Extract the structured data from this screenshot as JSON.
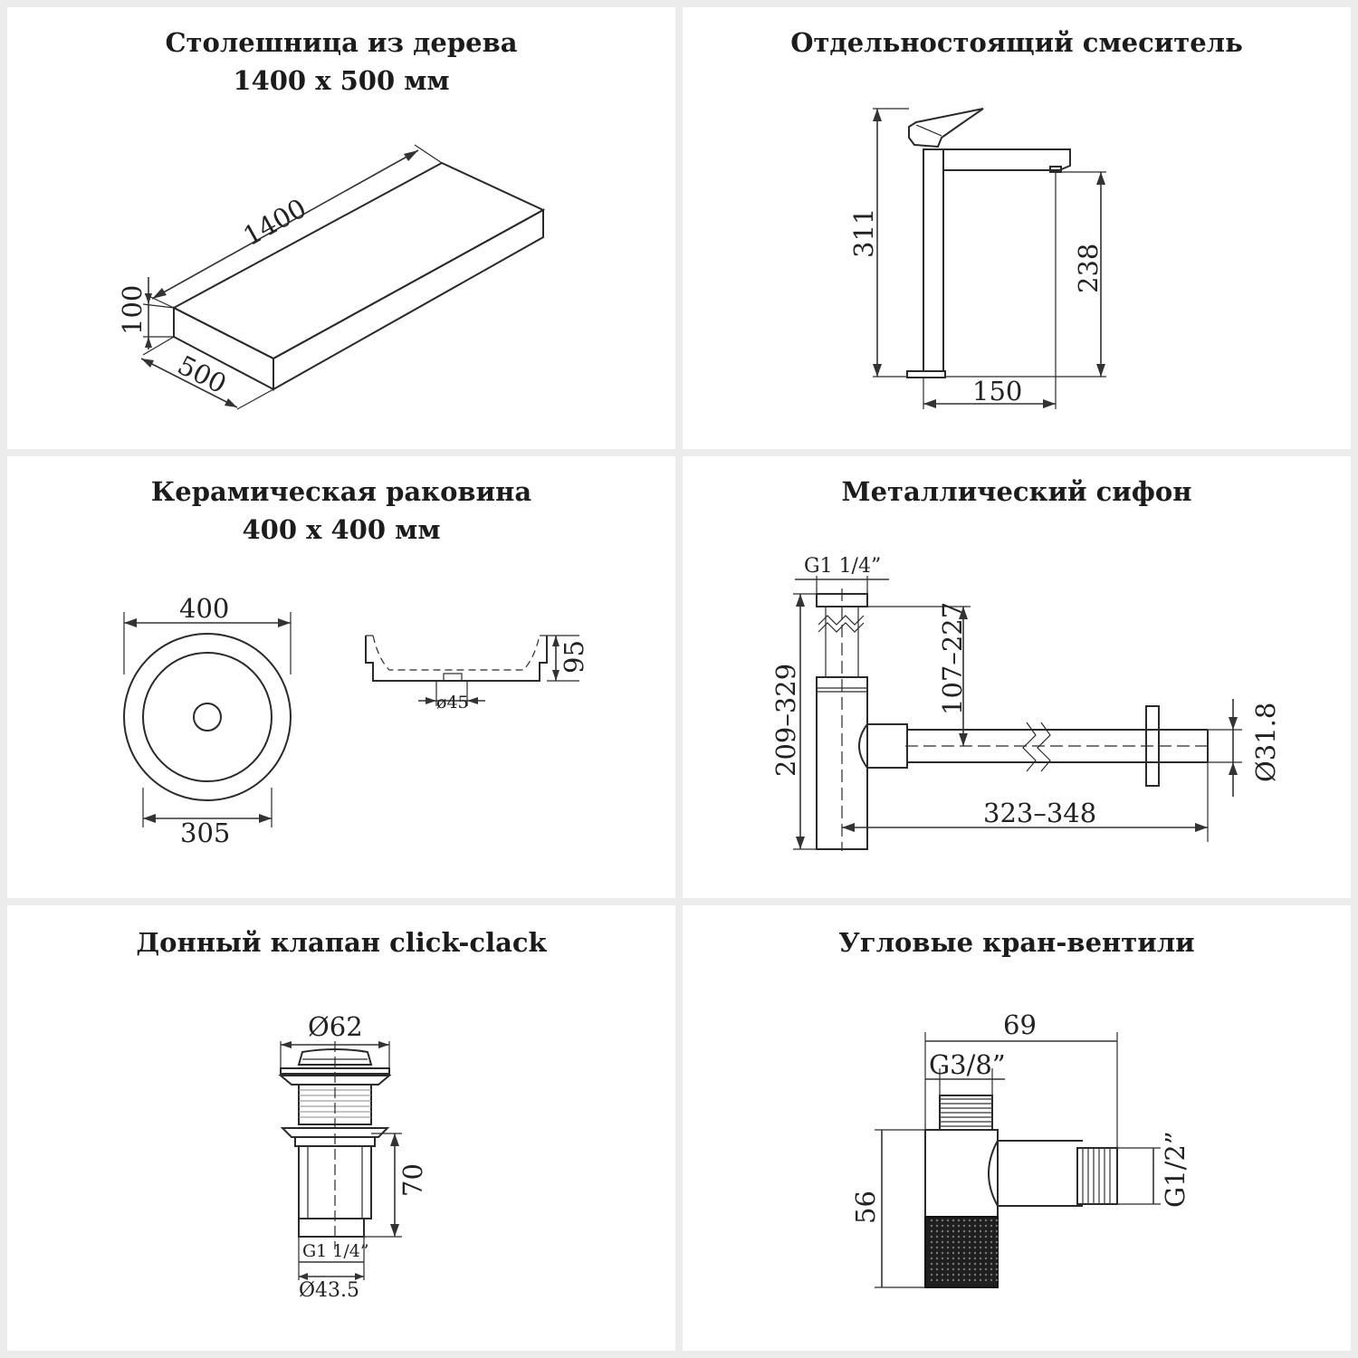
{
  "panels": {
    "countertop": {
      "title_line1": "Столешница из дерева",
      "title_line2": "1400 х 500 мм",
      "dim_length": "1400",
      "dim_height": "100",
      "dim_depth": "500"
    },
    "faucet": {
      "title_line1": "Отдельностоящий смеситель",
      "dim_total_height": "311",
      "dim_spout_height": "238",
      "dim_reach": "150"
    },
    "sink": {
      "title_line1": "Керамическая раковина",
      "title_line2": "400 х 400 мм",
      "dim_outer": "400",
      "dim_inner": "305",
      "dim_depth": "95",
      "dim_drain": "ø45"
    },
    "siphon": {
      "title_line1": "Металлический сифон",
      "dim_thread": "G1 1/4”",
      "dim_height_range": "209–329",
      "dim_offset_range": "107–227",
      "dim_length_range": "323–348",
      "dim_pipe_diameter": "Ø31.8"
    },
    "drain_valve": {
      "title_line1": "Донный клапан click-clack",
      "dim_cap": "Ø62",
      "dim_height": "70",
      "dim_thread": "G1 1/4”",
      "dim_body": "Ø43.5"
    },
    "angle_valve": {
      "title_line1": "Угловые кран-вентили",
      "dim_width": "69",
      "dim_inlet": "G3/8”",
      "dim_height": "56",
      "dim_outlet": "G1/2”"
    }
  }
}
